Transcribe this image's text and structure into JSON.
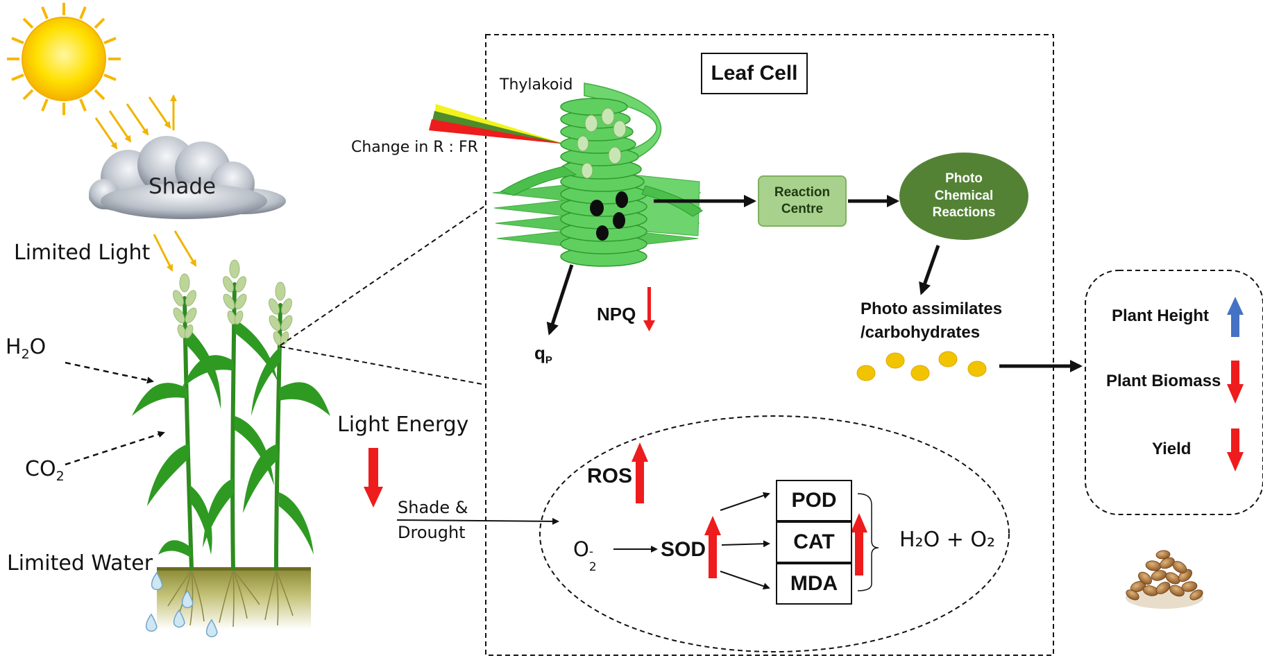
{
  "left": {
    "shade_label": "Shade",
    "limited_light": "Limited Light",
    "h2o_base": "H",
    "h2o_sub": "2",
    "h2o_tail": "O",
    "co2_base": "CO",
    "co2_sub": "2",
    "limited_water": "Limited Water"
  },
  "middle": {
    "light_energy": "Light Energy",
    "shade_drought_line1": "Shade &",
    "shade_drought_line2": "Drought"
  },
  "leaf_cell": {
    "title": "Leaf Cell",
    "thylakoid": "Thylakoid",
    "change_rfr": "Change in R : FR",
    "reaction_centre_line1": "Reaction",
    "reaction_centre_line2": "Centre",
    "pcr_line1": "Photo",
    "pcr_line2": "Chemical",
    "pcr_line3": "Reactions",
    "assimilates_line1": "Photo assimilates",
    "assimilates_line2": "/carbohydrates",
    "npq": "NPQ",
    "qp_base": "q",
    "qp_sub": "P"
  },
  "ros_panel": {
    "ros": "ROS",
    "o2_base": "O",
    "o2_sub": "2",
    "o2_sup": "-",
    "sod": "SOD",
    "pod": "POD",
    "cat": "CAT",
    "mda": "MDA",
    "product": "H₂O + O₂"
  },
  "results": {
    "plant_height": "Plant Height",
    "plant_biomass": "Plant Biomass",
    "yield": "Yield"
  },
  "colors": {
    "sun": "#ffd200",
    "sun_rays": "#f5b800",
    "light_arrows": "#f0b400",
    "leaf_green": "#5fcf5f",
    "plant_green": "#2e8b1e",
    "reaction_centre": "#a9d18e",
    "pcr": "#548235",
    "assimilate_dots": "#f2c400",
    "down_arrow": "#ee1c1c",
    "up_arrow_blue": "#4472c4"
  },
  "icons": [
    "sun-icon",
    "cloud-icon",
    "crop-plant-icon",
    "water-drop-icon",
    "thylakoid-icon",
    "wheat-grain-icon"
  ]
}
